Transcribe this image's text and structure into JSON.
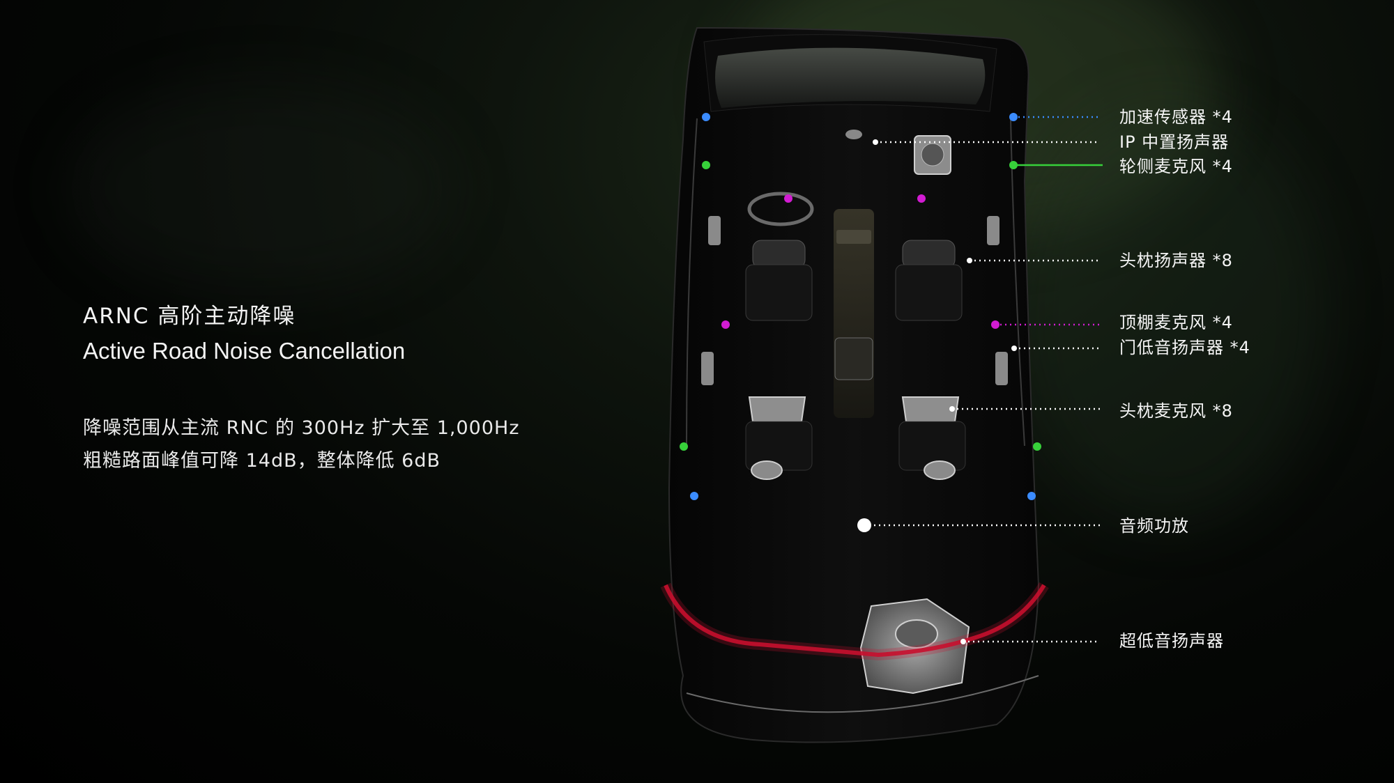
{
  "headline": {
    "title_cn": "ARNC 高阶主动降噪",
    "title_en": "Active Road Noise Cancellation"
  },
  "description": {
    "line1": "降噪范围从主流 RNC 的 300Hz 扩大至 1,000Hz",
    "line2": "粗糙路面峰值可降 14dB，整体降低 6dB"
  },
  "callouts": [
    {
      "label": "加速传感器 *4",
      "marker_color": "#3b8cff"
    },
    {
      "label": "IP 中置扬声器",
      "marker_color": "#ffffff"
    },
    {
      "label": "轮侧麦克风 *4",
      "marker_color": "#37d13a"
    },
    {
      "label": "头枕扬声器 *8",
      "marker_color": "#ffffff"
    },
    {
      "label": "顶棚麦克风 *4",
      "marker_color": "#d21cd2"
    },
    {
      "label": "门低音扬声器 *4",
      "marker_color": "#ffffff"
    },
    {
      "label": "头枕麦克风 *8",
      "marker_color": "#ffffff"
    },
    {
      "label": "音频功放",
      "marker_color": "#ffffff"
    },
    {
      "label": "超低音扬声器",
      "marker_color": "#ffffff"
    }
  ],
  "colors": {
    "accel_sensor": "#3b8cff",
    "wheel_mic": "#37d13a",
    "roof_mic": "#d21cd2",
    "ambient_light": "#c8102e",
    "background": "#000000"
  }
}
